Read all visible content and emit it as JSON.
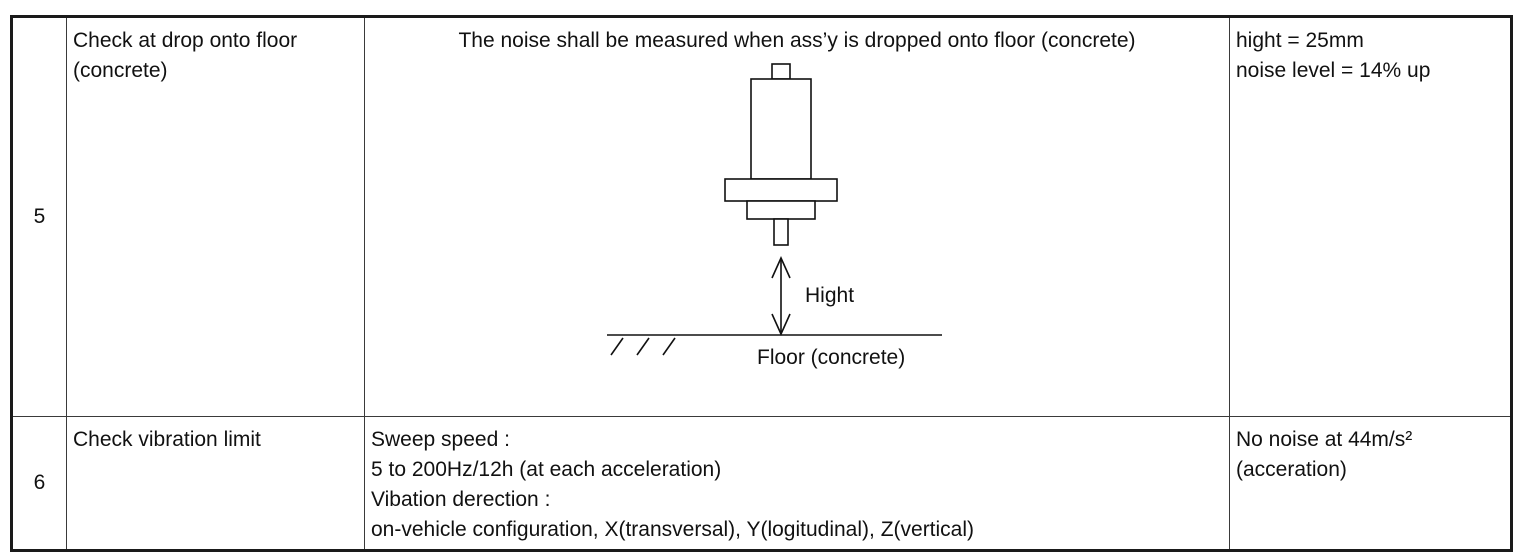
{
  "rows": [
    {
      "no": "5",
      "item": "Check at drop onto floor (concrete)",
      "method": {
        "text": "The noise shall be measured when ass’y is dropped onto floor (concrete)",
        "figure": {
          "hight_label": "Hight",
          "floor_label": "Floor (concrete)"
        }
      },
      "criteria": [
        "hight = 25mm",
        "noise level = 14% up"
      ]
    },
    {
      "no": "6",
      "item": "Check vibration limit",
      "method_lines": [
        "Sweep speed :",
        "5 to 200Hz/12h (at each acceleration)",
        "Vibation derection :",
        "on-vehicle configuration, X(transversal), Y(logitudinal), Z(vertical)"
      ],
      "criteria": [
        "No noise at 44m/s²",
        "(acceration)"
      ]
    }
  ],
  "colors": {
    "text": "#111111",
    "border": "#1a1a1a",
    "background": "#ffffff"
  },
  "icons": {
    "device": "cylindrical-assembly-drawing",
    "arrow": "double-arrow",
    "ground": "hatched-floor-line"
  }
}
